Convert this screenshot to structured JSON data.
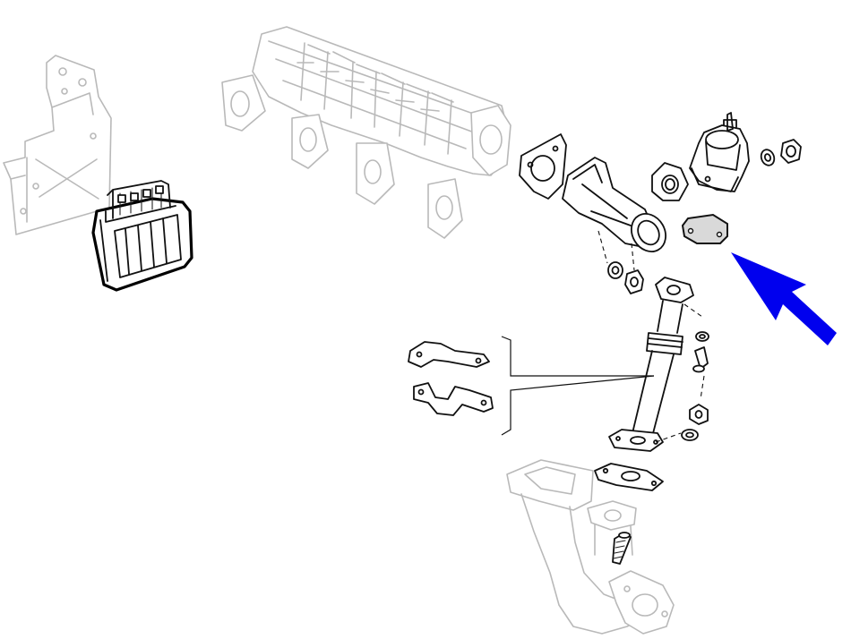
{
  "diagram": {
    "type": "exploded-parts-view",
    "colors": {
      "background": "#ffffff",
      "line": "#111111",
      "faded_line": "#b9b9b9",
      "highlighted_part_fill": "#d9d9d9",
      "arrow": "#0000ee"
    },
    "parts": [
      "bracket",
      "control-module",
      "intake-manifold",
      "manifold-flange-gasket",
      "elbow-pipe",
      "egr-flange-gasket",
      "egr-valve",
      "egr-valve-gasket",
      "washer",
      "nut",
      "egr-tube",
      "tube-clamps",
      "tube-gasket",
      "exhaust-downpipe",
      "stud"
    ],
    "highlighted_part": "egr-valve-gasket",
    "pointer_icon": "arrow-icon"
  }
}
